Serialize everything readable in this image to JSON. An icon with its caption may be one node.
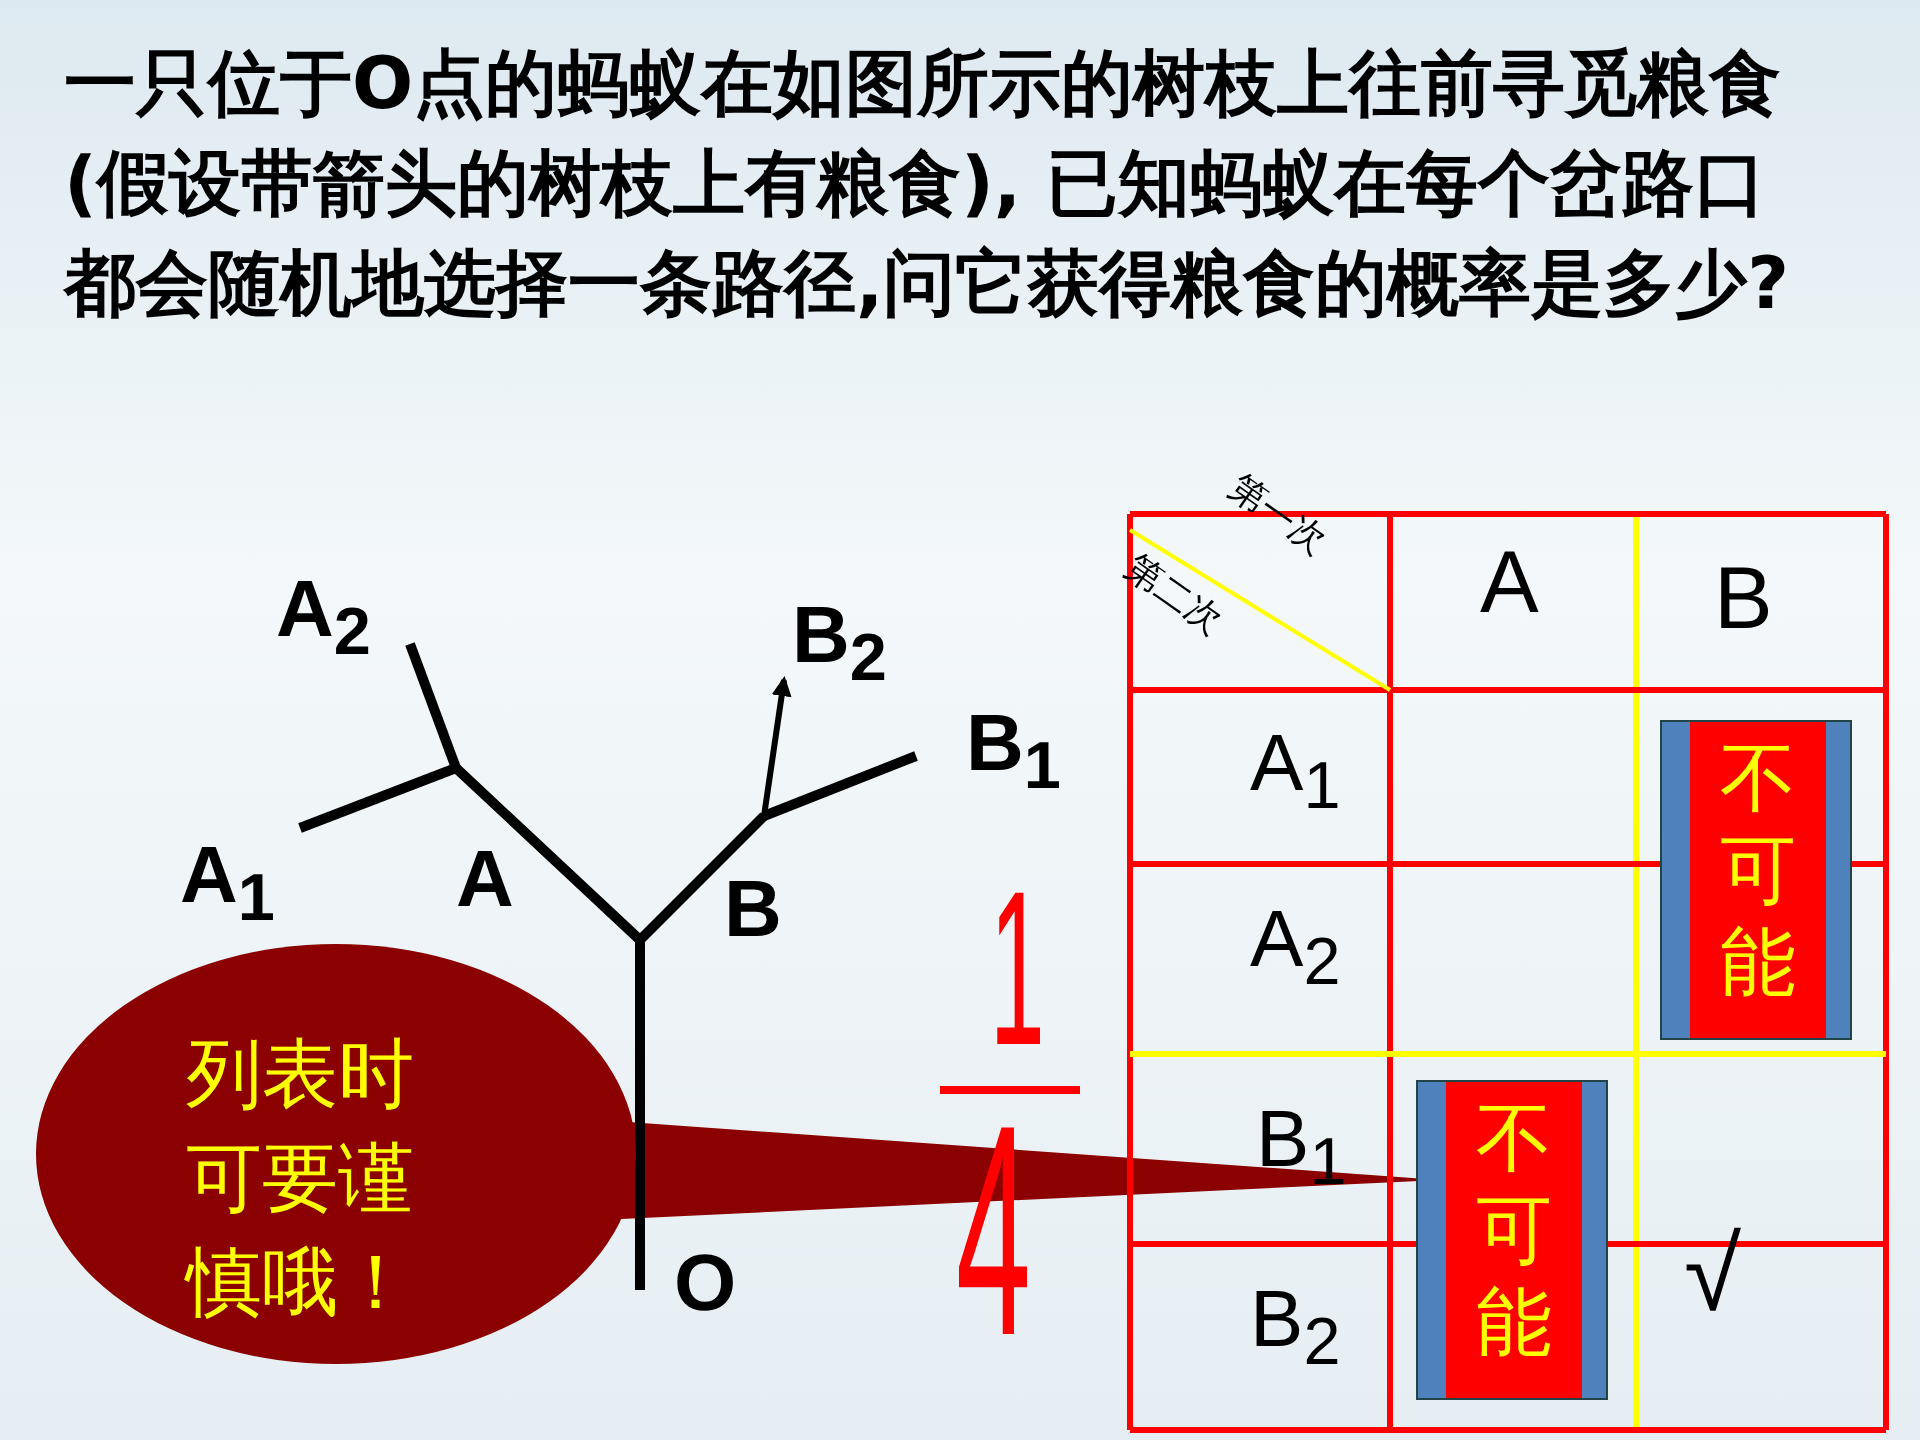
{
  "diagram": {
    "title": "一只位于O点的蚂蚁在如图所示的树枝上往前寻觅粮食(假设带箭头的树枝上有粮食), 已知蚂蚁在每个岔路口都会随机地选择一条路径,问它获得粮食的概率是多少?",
    "nodes": [
      {
        "text": [
          "O"
        ]
      },
      {
        "text": [
          "A"
        ]
      },
      {
        "text": [
          "B"
        ]
      },
      {
        "text": [
          "A$_{1}$"
        ]
      },
      {
        "text": [
          "A$_{2}$"
        ]
      },
      {
        "text": [
          "B$_{1}$"
        ]
      },
      {
        "text": [
          "B$_{2}$"
        ]
      },
      {
        "text": [
          "列表时可要谨慎哦！"
        ]
      }
    ],
    "edges": [
      {
        "from": 0,
        "to": 1,
        "arrow": "none"
      },
      {
        "from": 0,
        "to": 2,
        "arrow": "none"
      },
      {
        "from": 1,
        "to": 3,
        "arrow": "none"
      },
      {
        "from": 1,
        "to": 4,
        "arrow": "none"
      },
      {
        "from": 2,
        "to": 5,
        "arrow": "none"
      },
      {
        "from": 2,
        "to": 6,
        "arrow": "to"
      }
    ],
    "labels": [
      "第一次",
      "第二次",
      "A",
      "B",
      "A$_{1}$",
      "不可能",
      "A$_{2}$",
      "B$_{1}$",
      "不可能",
      "B$_{2}$",
      "√",
      "1",
      "4"
    ]
  }
}
